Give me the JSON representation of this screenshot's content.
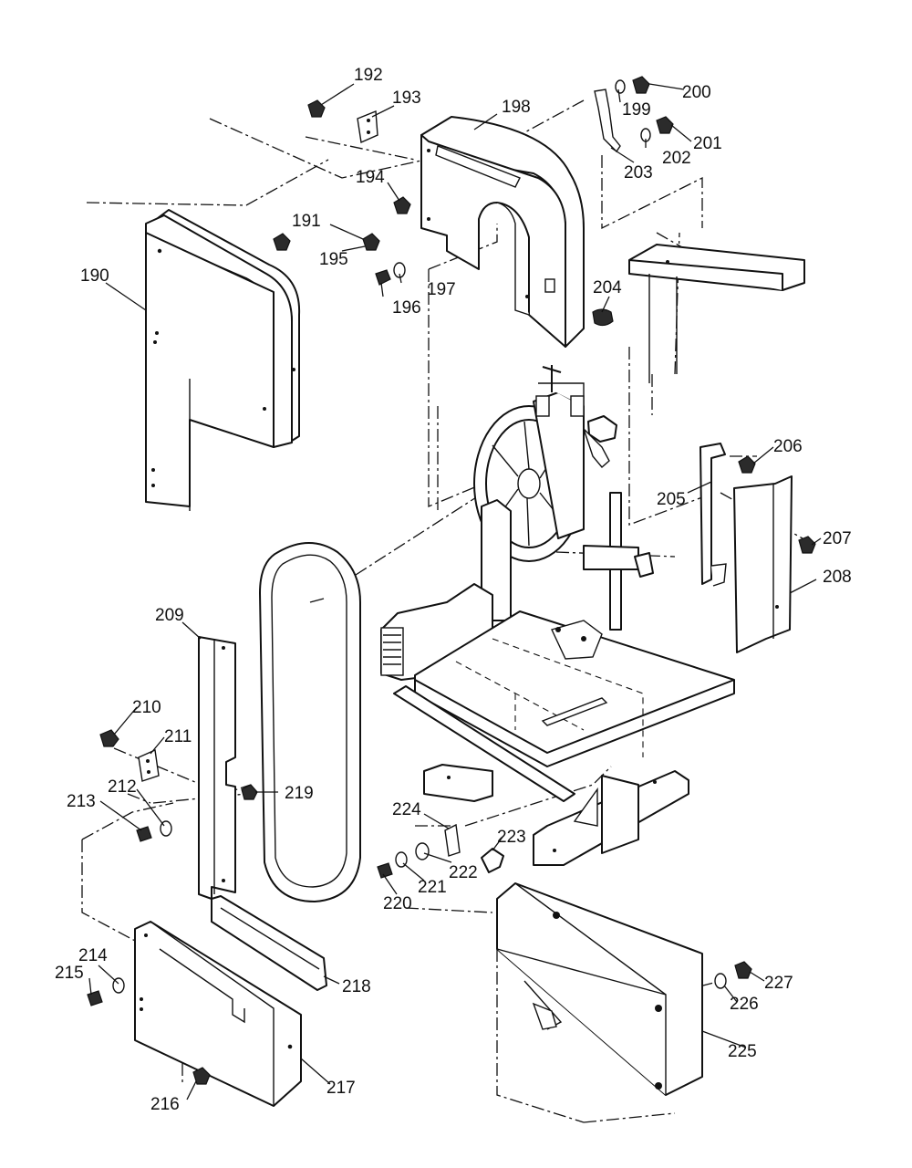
{
  "part_numbers": {
    "p190": "190",
    "p191": "191",
    "p192": "192",
    "p193": "193",
    "p194": "194",
    "p195": "195",
    "p196": "196",
    "p197": "197",
    "p198": "198",
    "p199": "199",
    "p200": "200",
    "p201": "201",
    "p202": "202",
    "p203": "203",
    "p204": "204",
    "p205": "205",
    "p206": "206",
    "p207": "207",
    "p208": "208",
    "p209": "209",
    "p210": "210",
    "p211": "211",
    "p212": "212",
    "p213": "213",
    "p214": "214",
    "p215": "215",
    "p216": "216",
    "p217": "217",
    "p218": "218",
    "p219": "219",
    "p220": "220",
    "p221": "221",
    "p222": "222",
    "p223": "223",
    "p224": "224",
    "p225": "225",
    "p226": "226",
    "p227": "227"
  },
  "colors": {
    "ink": "#111111",
    "paper": "#ffffff"
  }
}
